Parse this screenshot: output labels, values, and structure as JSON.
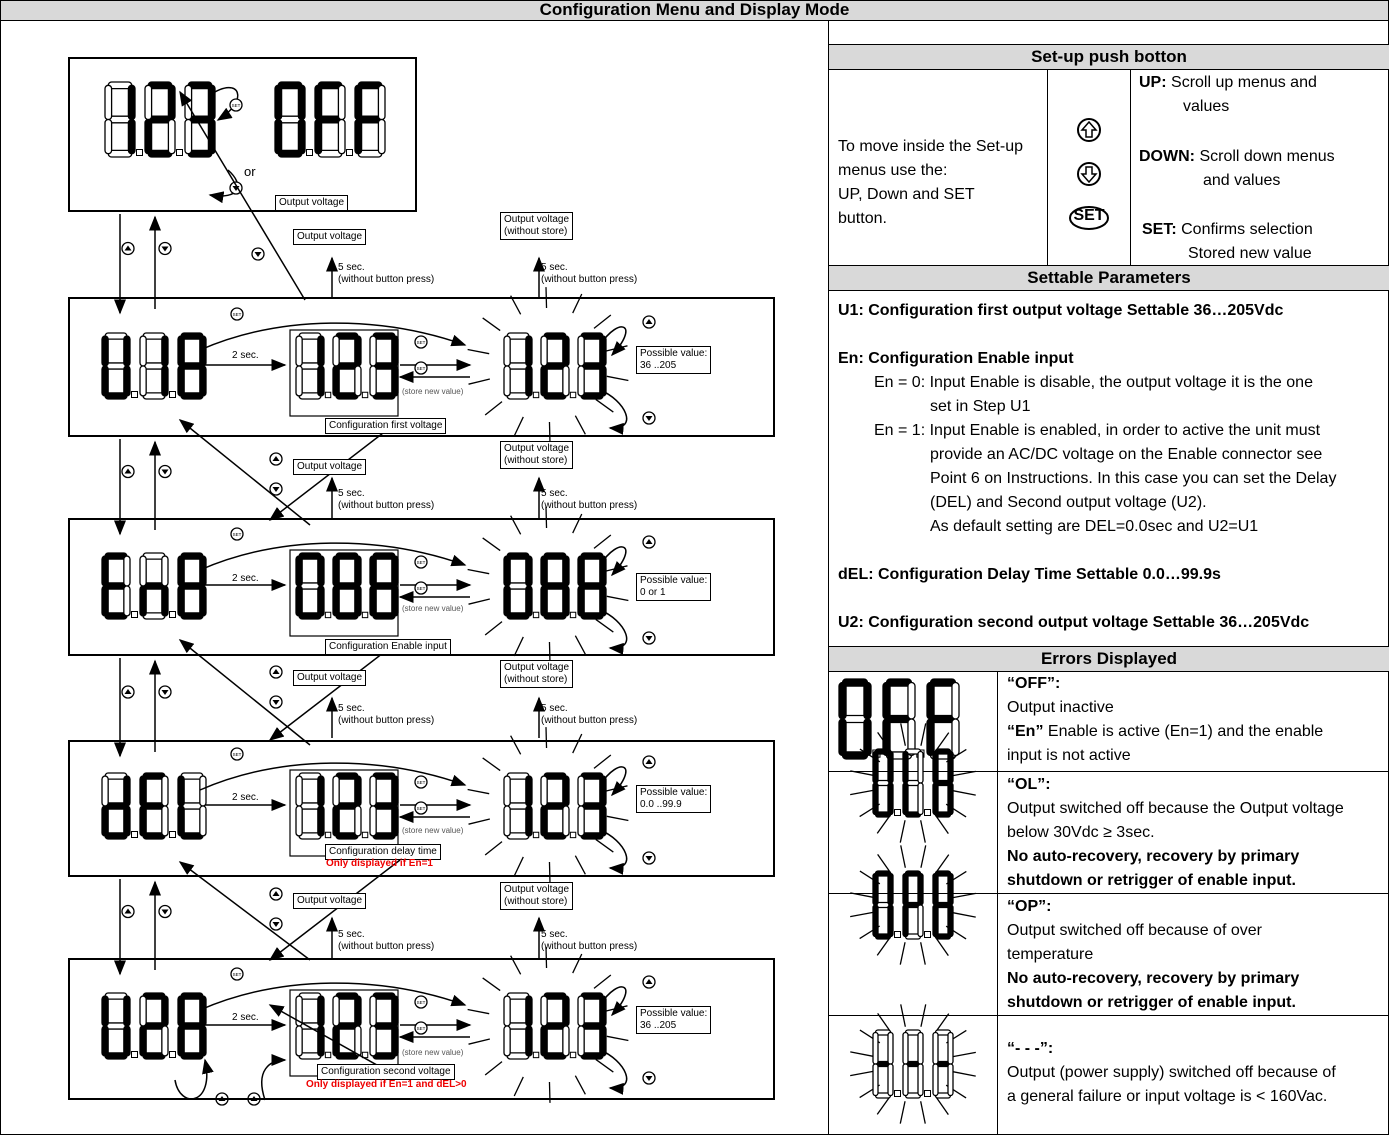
{
  "page_title": "Configuration Menu and Display Mode",
  "setup": {
    "header": "Set-up push botton",
    "intro": [
      "To move inside the Set-up",
      "menus use the:",
      "UP, Down and SET",
      "button."
    ],
    "set_icon": "SET",
    "up_label": "UP:",
    "up_text": "Scroll up menus and",
    "up_text2": "values",
    "down_label": "DOWN:",
    "down_text": "Scroll down menus",
    "down_text2": "and values",
    "set_label": "SET:",
    "set_text": "Confirms selection",
    "set_text2": "Stored new value"
  },
  "params": {
    "header": "Settable Parameters",
    "u1": "U1: Configuration first output voltage Settable 36…205Vdc",
    "en_title": "En: Configuration Enable input",
    "en0a": "En = 0: Input Enable is disable, the output voltage it is the one",
    "en0b": "set in Step U1",
    "en1a": "En = 1: Input Enable is enabled, in order to active the unit must",
    "en1b": "provide an AC/DC voltage on the Enable connector see",
    "en1c": "Point 6 on Instructions. In this case you can set the Delay",
    "en1d": "(DEL) and Second output voltage (U2).",
    "en1e": "As default setting are DEL=0.0sec and U2=U1",
    "del": "dEL: Configuration Delay Time Settable 0.0…99.9s",
    "u2": "U2: Configuration second output voltage Settable 36…205Vdc"
  },
  "errors": {
    "header": "Errors Displayed",
    "off_title": "“OFF”:",
    "off_l1": "Output inactive",
    "off_en": "“En”",
    "off_en_text": "Enable is active (En=1) and the enable",
    "off_l3": "input is not active",
    "ol_title": "“OL”:",
    "ol_l1": "Output switched off because the Output voltage",
    "ol_l2": "below 30Vdc ≥ 3sec.",
    "ol_b1": "No auto-recovery, recovery by primary",
    "ol_b2": "shutdown or retrigger of enable input.",
    "op_title": "“OP”:",
    "op_l1": "Output switched off because of over",
    "op_l2": "temperature",
    "op_b1": "No auto-recovery, recovery by primary",
    "op_b2": "shutdown or retrigger of enable input.",
    "dash_title": "“- - -”:",
    "dash_l1": "Output (power supply) switched off because of",
    "dash_l2": "a general failure or input voltage is < 160Vac."
  },
  "diagram": {
    "top_label": "Output voltage",
    "or": "or",
    "output_voltage": "Output voltage",
    "output_voltage_nostore": "Output voltage\n(without store)",
    "five_sec": "5 sec.\n(without button press)",
    "two_sec": "2 sec.",
    "store_new": "(store new value)",
    "set_small": "SET",
    "cfg_first": "Configuration first voltage",
    "cfg_enable": "Configuration Enable input",
    "cfg_delay": "Configuration delay time",
    "cfg_second": "Configuration second voltage",
    "only_en1": "Only displayed if En=1",
    "only_en1_del": "Only displayed if En=1 and dEL>0",
    "possible_u1": "Possible value:\n36 ..205",
    "possible_en": "Possible value:\n0 or 1",
    "possible_del": "Possible value:\n0.0 ..99.9",
    "possible_u2": "Possible value:\n36 ..205"
  },
  "displays": [
    {
      "id": "top-123",
      "chars": [
        "1",
        "2",
        "3"
      ]
    },
    {
      "id": "top-off",
      "chars": [
        "0",
        "F",
        "F"
      ]
    }
  ]
}
